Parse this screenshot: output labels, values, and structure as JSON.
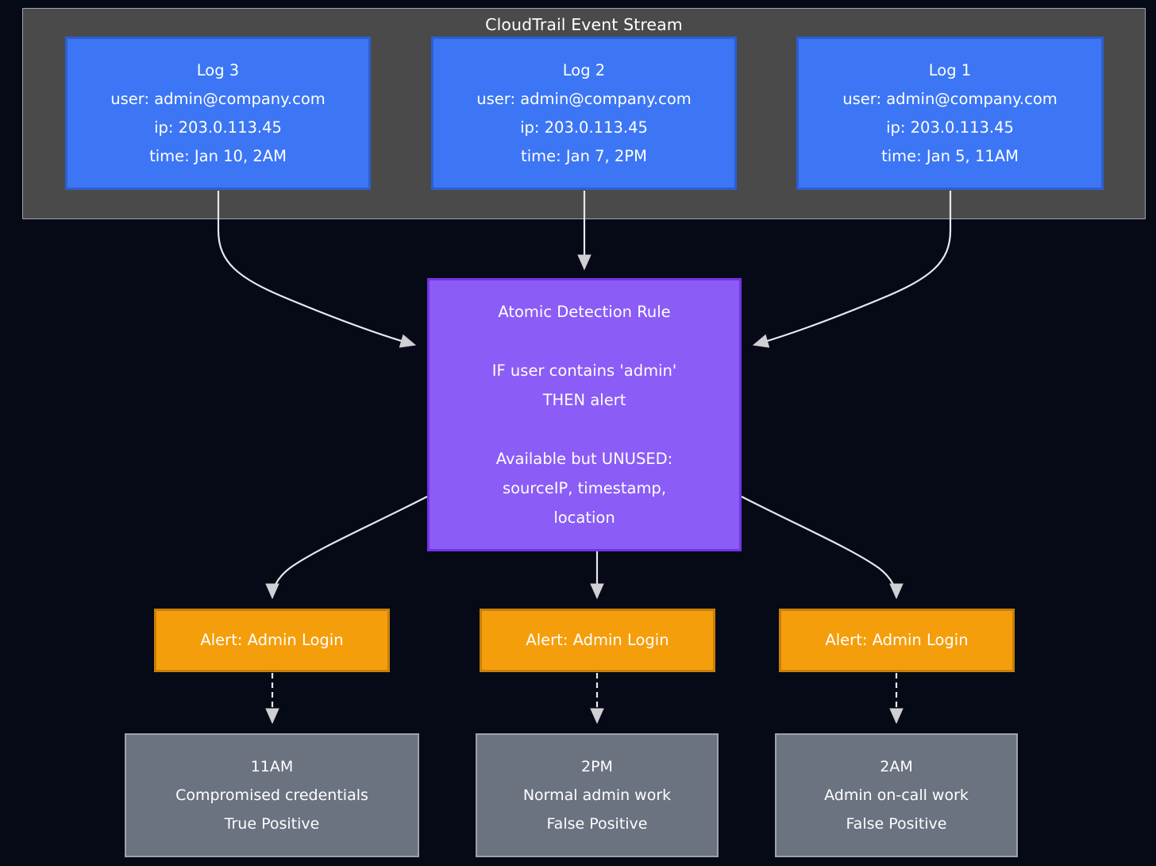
{
  "diagram": {
    "title": "CloudTrail Event Stream",
    "background_color": "#060a16",
    "subgraph_color": "#4a4a4a",
    "log_color": "#3c76f5",
    "rule_color": "#8b5cf6",
    "alert_color": "#f59e0b",
    "result_color": "#6b7280",
    "edge_color": "#e0e0e0"
  },
  "logs": [
    {
      "title": "Log 3",
      "user": "user: admin@company.com",
      "ip": "ip: 203.0.113.45",
      "time": "time: Jan 10, 2AM"
    },
    {
      "title": "Log 2",
      "user": "user: admin@company.com",
      "ip": "ip: 203.0.113.45",
      "time": "time: Jan 7, 2PM"
    },
    {
      "title": "Log 1",
      "user": "user: admin@company.com",
      "ip": "ip: 203.0.113.45",
      "time": "time: Jan 5, 11AM"
    }
  ],
  "rule": {
    "title": "Atomic Detection Rule",
    "condition_if": "IF user contains 'admin'",
    "condition_then": "THEN alert",
    "unused_header": "Available but UNUSED:",
    "unused_fields_line1": "sourceIP, timestamp,",
    "unused_fields_line2": "location"
  },
  "alerts": [
    {
      "label": "Alert: Admin Login"
    },
    {
      "label": "Alert: Admin Login"
    },
    {
      "label": "Alert: Admin Login"
    }
  ],
  "results": [
    {
      "time": "11AM",
      "description": "Compromised credentials",
      "verdict": "True Positive"
    },
    {
      "time": "2PM",
      "description": "Normal admin work",
      "verdict": "False Positive"
    },
    {
      "time": "2AM",
      "description": "Admin on-call work",
      "verdict": "False Positive"
    }
  ]
}
